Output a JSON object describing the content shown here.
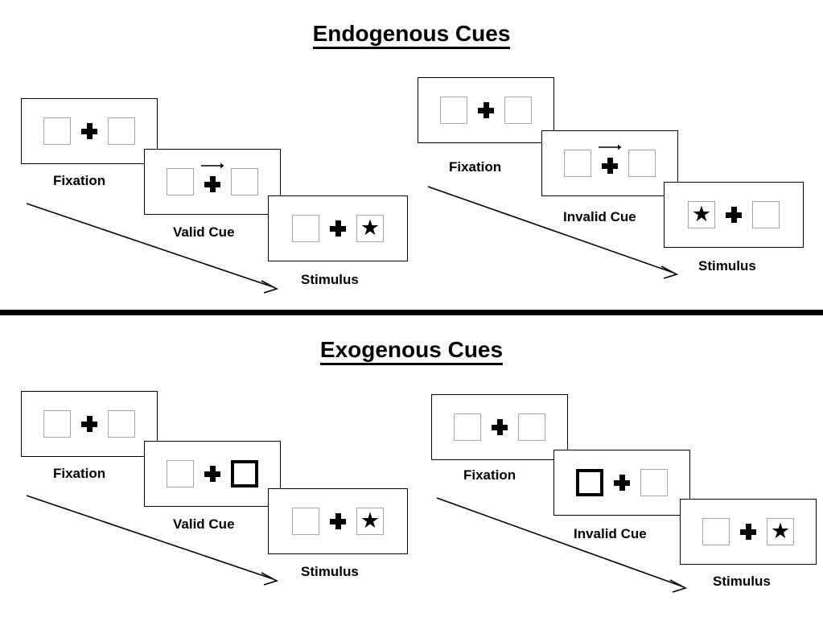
{
  "figure": {
    "sections": [
      {
        "id": "endogenous",
        "title": "Endogenous Cues",
        "columns": [
          {
            "id": "endogenous-valid",
            "panels": [
              {
                "caption": "Fixation",
                "cue": "none",
                "target": "none",
                "arrow": false
              },
              {
                "caption": "Valid Cue",
                "cue": "arrow-right",
                "target": "none",
                "arrow": true
              },
              {
                "caption": "Stimulus",
                "cue": "none",
                "target": "right",
                "arrow": false
              }
            ]
          },
          {
            "id": "endogenous-invalid",
            "panels": [
              {
                "caption": "Fixation",
                "cue": "none",
                "target": "none",
                "arrow": false
              },
              {
                "caption": "Invalid Cue",
                "cue": "arrow-right",
                "target": "none",
                "arrow": true
              },
              {
                "caption": "Stimulus",
                "cue": "none",
                "target": "left",
                "arrow": false
              }
            ]
          }
        ]
      },
      {
        "id": "exogenous",
        "title": "Exogenous Cues",
        "columns": [
          {
            "id": "exogenous-valid",
            "panels": [
              {
                "caption": "Fixation",
                "cue": "none",
                "target": "none",
                "arrow": false
              },
              {
                "caption": "Valid Cue",
                "cue": "box-right",
                "target": "none",
                "arrow": false
              },
              {
                "caption": "Stimulus",
                "cue": "none",
                "target": "right",
                "arrow": false
              }
            ]
          },
          {
            "id": "exogenous-invalid",
            "panels": [
              {
                "caption": "Fixation",
                "cue": "none",
                "target": "none",
                "arrow": false
              },
              {
                "caption": "Invalid Cue",
                "cue": "box-left",
                "target": "none",
                "arrow": false
              },
              {
                "caption": "Stimulus",
                "cue": "none",
                "target": "right",
                "arrow": false
              }
            ]
          }
        ]
      }
    ],
    "captions": {
      "fixation": "Fixation",
      "valid_cue": "Valid Cue",
      "invalid_cue": "Invalid Cue",
      "stimulus": "Stimulus"
    },
    "titles": {
      "endogenous": "Endogenous Cues",
      "exogenous": "Exogenous Cues"
    },
    "glyphs": {
      "star": "★",
      "fixation_cross": "plus-cross",
      "cue_arrow": "arrow-right-icon",
      "timeline_arrow": "time-arrow-icon"
    },
    "colors": {
      "ink": "#000000",
      "box_border": "#a6a6a6",
      "panel_border": "#000000",
      "background": "#ffffff"
    }
  }
}
